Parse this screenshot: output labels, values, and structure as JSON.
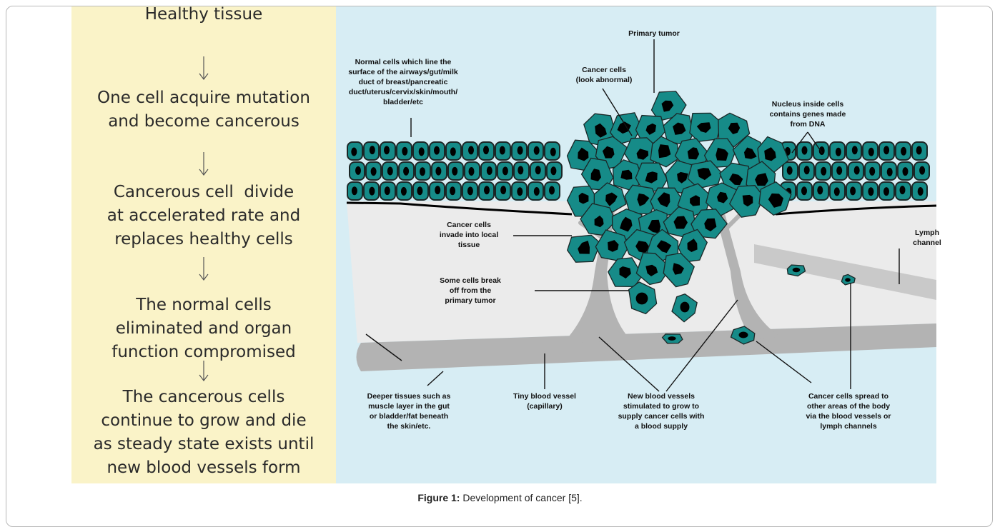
{
  "figure": {
    "left_panel": {
      "steps": [
        {
          "lines": [
            "Healthy tissue"
          ]
        },
        {
          "lines": [
            "One cell acquire mutation",
            "and become cancerous"
          ]
        },
        {
          "lines": [
            "Cancerous cell  divide",
            "at accelerated rate and",
            "replaces healthy cells"
          ]
        },
        {
          "lines": [
            "The normal cells",
            "eliminated and organ",
            "function compromised"
          ]
        },
        {
          "lines": [
            "The cancerous cells",
            "continue to grow and die",
            "as steady state exists until",
            "new blood vessels form"
          ]
        }
      ],
      "arrow_icon": "down-arrow-icon"
    },
    "labels": {
      "primary_tumor": {
        "lines": [
          "Primary tumor"
        ]
      },
      "normal_cells": {
        "lines": [
          "Normal cells which line the",
          "surface of the airways/gut/milk",
          "duct of breast/pancreatic",
          "duct/uterus/cervix/skin/mouth/",
          "bladder/etc"
        ]
      },
      "cancer_cells": {
        "lines": [
          "Cancer cells",
          "(look abnormal)"
        ]
      },
      "nucleus": {
        "lines": [
          "Nucleus inside cells",
          "contains genes made",
          "from DNA"
        ]
      },
      "invade": {
        "lines": [
          "Cancer cells",
          "invade into local",
          "tissue"
        ]
      },
      "lymph": {
        "lines": [
          "Lymph",
          "channel"
        ]
      },
      "break_off": {
        "lines": [
          "Some cells break",
          "off from the",
          "primary tumor"
        ]
      },
      "deeper_tissues": {
        "lines": [
          "Deeper tissues such as",
          "muscle layer in the gut",
          "or bladder/fat beneath",
          "the skin/etc."
        ]
      },
      "capillary": {
        "lines": [
          "Tiny blood vessel",
          "(capillary)"
        ]
      },
      "new_vessels": {
        "lines": [
          "New blood vessels",
          "stimulated to grow to",
          "supply cancer cells with",
          "a blood supply"
        ]
      },
      "spread": {
        "lines": [
          "Cancer cells spread to",
          "other areas of the body",
          "via the blood vessels or",
          "lymph channels"
        ]
      }
    },
    "colors": {
      "left_panel_bg": "#faf3c8",
      "right_panel_bg": "#d7edf4",
      "cell_fill": "#168b88",
      "cell_outline": "#1b2626",
      "nucleus": "#000000",
      "tissue": "#ebebeb",
      "blood_vessel": "#b3b3b3",
      "lymph_channel": "#c9c9c9"
    }
  },
  "caption": {
    "label": "Figure 1:",
    "text": " Development of cancer [5]."
  }
}
